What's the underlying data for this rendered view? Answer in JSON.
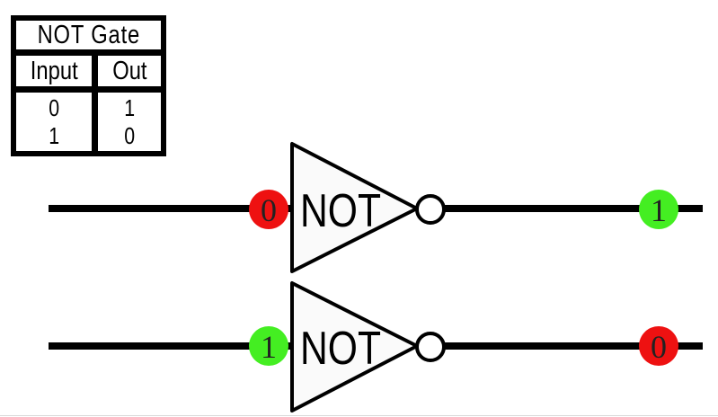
{
  "truth_table": {
    "title": "NOT Gate",
    "headers": {
      "input": "Input",
      "output": "Out"
    },
    "rows": [
      {
        "input": "0",
        "output": "1"
      },
      {
        "input": "1",
        "output": "0"
      }
    ]
  },
  "gates": [
    {
      "label": "NOT",
      "input": "0",
      "output": "1"
    },
    {
      "label": "NOT",
      "input": "1",
      "output": "0"
    }
  ],
  "colors": {
    "low": "#ee1111",
    "high": "#44ee22",
    "wire": "#000000",
    "gate_fill": "#fafafa"
  }
}
